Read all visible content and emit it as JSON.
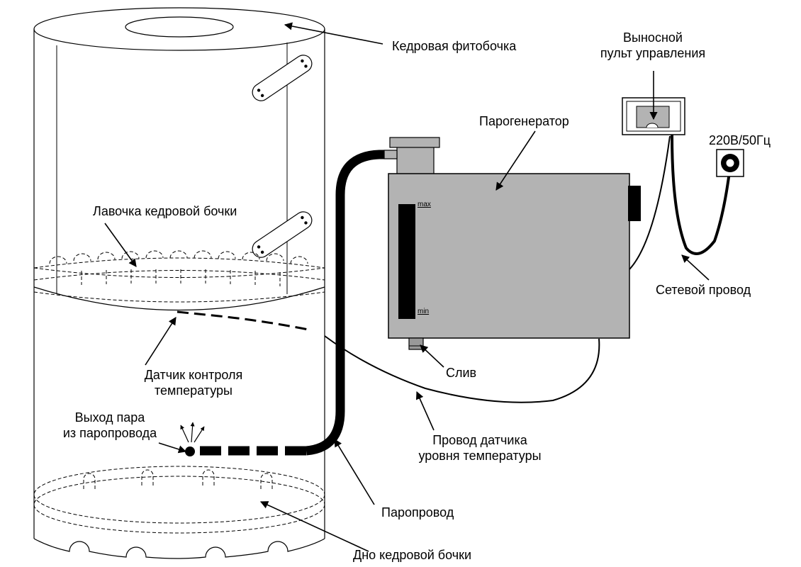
{
  "labels": {
    "barrel": "Кедровая фитобочка",
    "remote_line1": "Выносной",
    "remote_line2": "пульт управления",
    "generator": "Парогенератор",
    "power_spec": "220В/50Гц",
    "bench": "Лавочка кедровой бочки",
    "power_cord": "Сетевой провод",
    "sensor_line1": "Датчик контроля",
    "sensor_line2": "температуры",
    "drain": "Слив",
    "steam_out_line1": "Выход пара",
    "steam_out_line2": "из паропровода",
    "sensor_wire_line1": "Провод датчика",
    "sensor_wire_line2": "уровня температуры",
    "steam_pipe": "Паропровод",
    "bottom": "Дно кедровой бочки"
  },
  "gauge": {
    "max": "max",
    "min": "min"
  },
  "colors": {
    "device_fill": "#b3b3b3",
    "line": "#000000",
    "background": "#ffffff"
  }
}
